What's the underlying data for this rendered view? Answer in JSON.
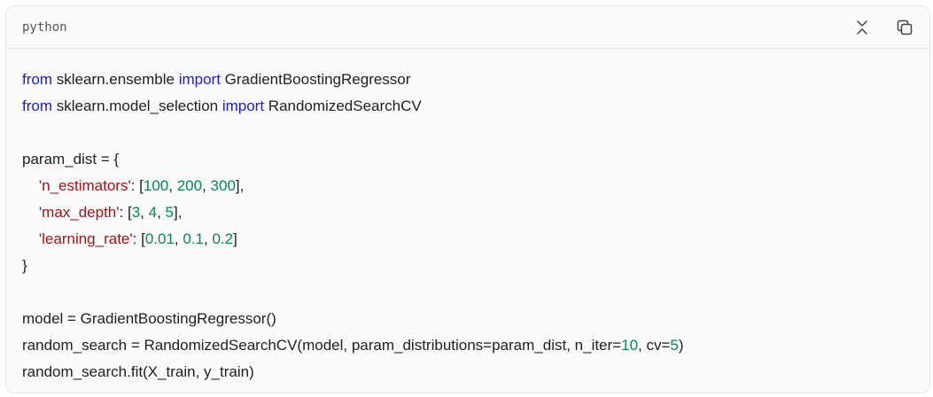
{
  "codeblock": {
    "language": "python",
    "collapse_icon": "collapse-icon",
    "copy_icon": "copy-icon",
    "lines": [
      [
        {
          "t": "from",
          "c": "kw"
        },
        {
          "t": " sklearn.ensemble ",
          "c": ""
        },
        {
          "t": "import",
          "c": "kw"
        },
        {
          "t": " GradientBoostingRegressor",
          "c": ""
        }
      ],
      [
        {
          "t": "from",
          "c": "kw"
        },
        {
          "t": " sklearn.model_selection ",
          "c": ""
        },
        {
          "t": "import",
          "c": "kw"
        },
        {
          "t": " RandomizedSearchCV",
          "c": ""
        }
      ],
      [],
      [
        {
          "t": "param_dist = {",
          "c": ""
        }
      ],
      [
        {
          "t": "    ",
          "c": ""
        },
        {
          "t": "'n_estimators'",
          "c": "str"
        },
        {
          "t": ": [",
          "c": ""
        },
        {
          "t": "100",
          "c": "num"
        },
        {
          "t": ", ",
          "c": ""
        },
        {
          "t": "200",
          "c": "num"
        },
        {
          "t": ", ",
          "c": ""
        },
        {
          "t": "300",
          "c": "num"
        },
        {
          "t": "],",
          "c": ""
        }
      ],
      [
        {
          "t": "    ",
          "c": ""
        },
        {
          "t": "'max_depth'",
          "c": "str"
        },
        {
          "t": ": [",
          "c": ""
        },
        {
          "t": "3",
          "c": "num"
        },
        {
          "t": ", ",
          "c": ""
        },
        {
          "t": "4",
          "c": "num"
        },
        {
          "t": ", ",
          "c": ""
        },
        {
          "t": "5",
          "c": "num"
        },
        {
          "t": "],",
          "c": ""
        }
      ],
      [
        {
          "t": "    ",
          "c": ""
        },
        {
          "t": "'learning_rate'",
          "c": "str"
        },
        {
          "t": ": [",
          "c": ""
        },
        {
          "t": "0.01",
          "c": "num"
        },
        {
          "t": ", ",
          "c": ""
        },
        {
          "t": "0.1",
          "c": "num"
        },
        {
          "t": ", ",
          "c": ""
        },
        {
          "t": "0.2",
          "c": "num"
        },
        {
          "t": "]",
          "c": ""
        }
      ],
      [
        {
          "t": "}",
          "c": ""
        }
      ],
      [],
      [
        {
          "t": "model = GradientBoostingRegressor()",
          "c": ""
        }
      ],
      [
        {
          "t": "random_search = RandomizedSearchCV(model, param_distributions=param_dist, n_iter=",
          "c": ""
        },
        {
          "t": "10",
          "c": "num"
        },
        {
          "t": ", cv=",
          "c": ""
        },
        {
          "t": "5",
          "c": "num"
        },
        {
          "t": ")",
          "c": ""
        }
      ],
      [
        {
          "t": "random_search.fit(X_train, y_train)",
          "c": ""
        }
      ]
    ]
  },
  "colors": {
    "keyword": "#1a1ae6",
    "string": "#a31515",
    "number": "#098658",
    "text": "#1f1f1f"
  }
}
